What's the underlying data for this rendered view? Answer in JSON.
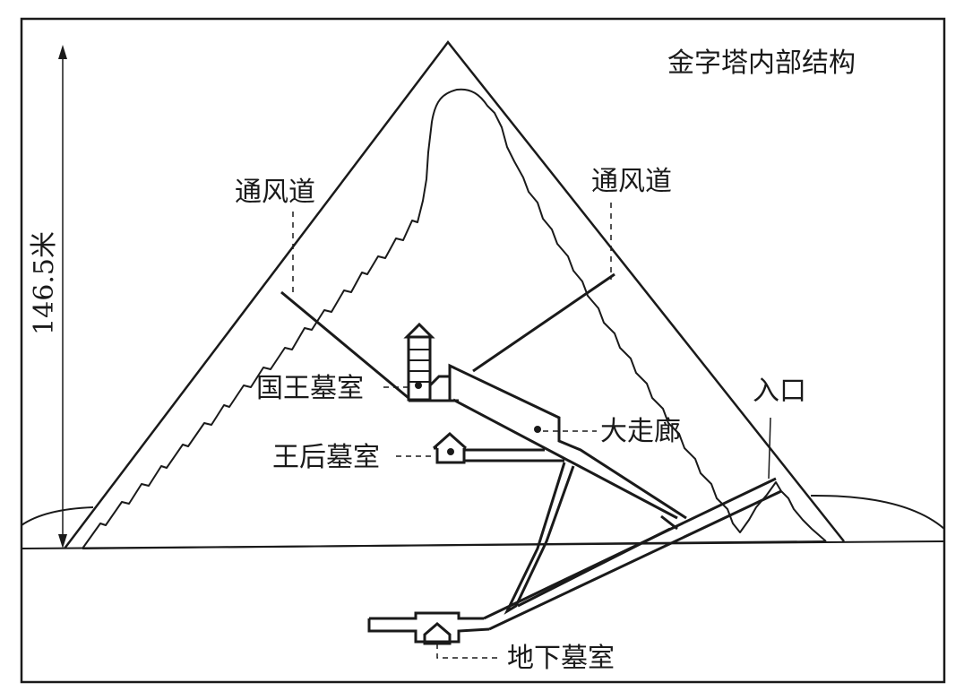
{
  "title": "金字塔内部结构",
  "height_label": "146.5米",
  "labels": {
    "air_shaft_left": "通风道",
    "air_shaft_right": "通风道",
    "kings_chamber": "国王墓室",
    "queens_chamber": "王后墓室",
    "grand_gallery": "大走廊",
    "entrance": "入口",
    "underground_chamber": "地下墓室"
  },
  "colors": {
    "line": "#1a1a1a",
    "background": "#ffffff"
  }
}
